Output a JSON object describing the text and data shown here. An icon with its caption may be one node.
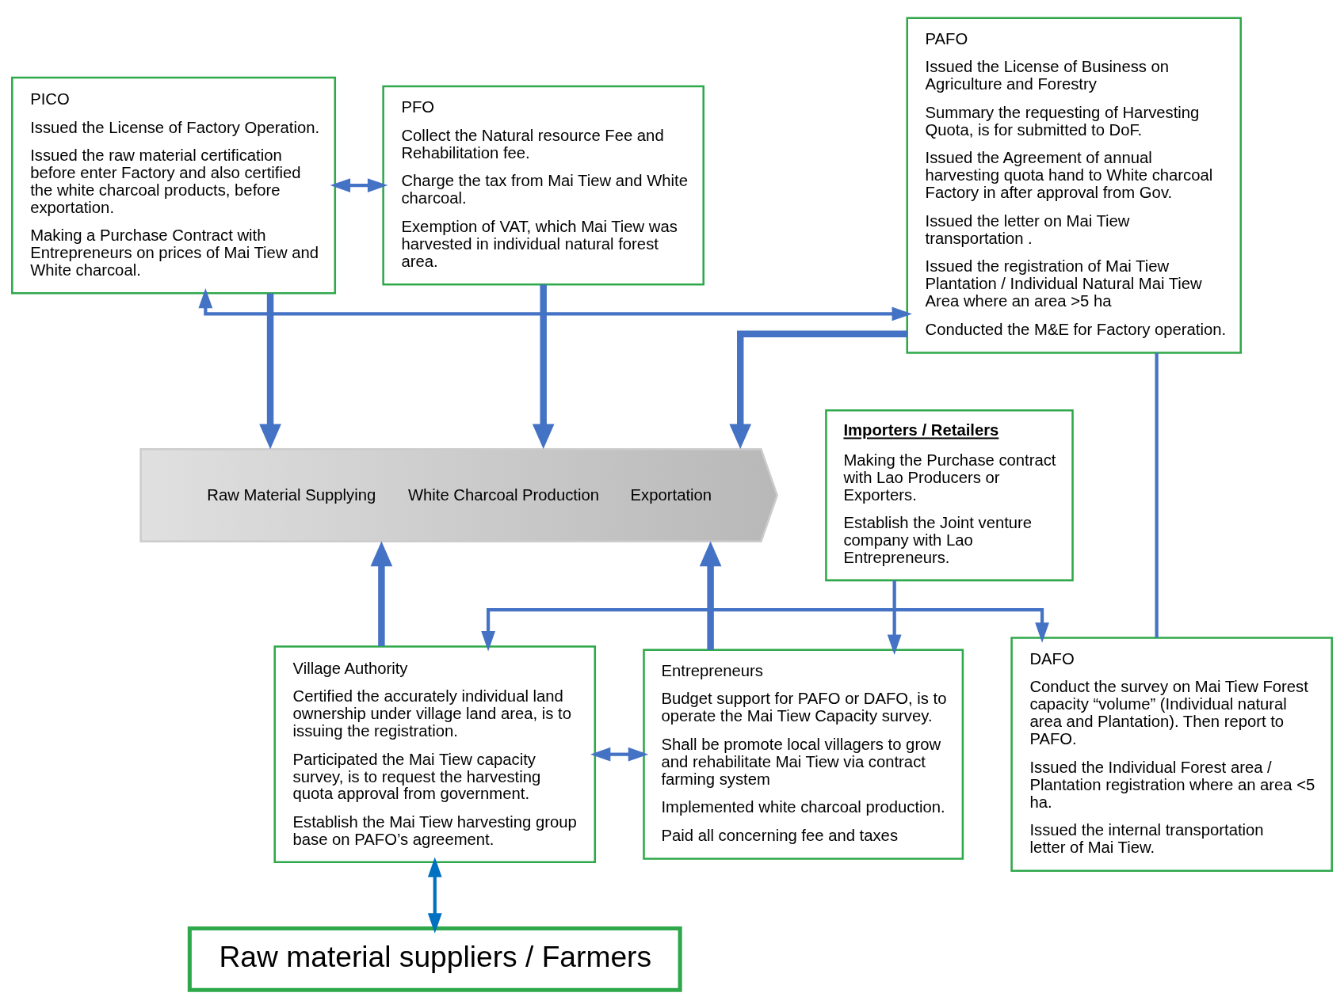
{
  "diagram": {
    "nodes": [
      {
        "text": [
          "PAFO",
          "Issued the License of Business on Agriculture and Forestry",
          "Summary the requesting of Harvesting Quota, is for submitted to DoF.",
          "Issued the Agreement of annual harvesting quota hand to White charcoal Factory in after approval from Gov.",
          "Issued the letter on Mai Tiew transportation .",
          "Issued the registration of Mai Tiew Plantation / Individual Natural Mai Tiew Area where an area >5 ha",
          "Conducted the M&E for Factory operation."
        ]
      },
      {
        "text": [
          "PICO",
          "Issued the License of Factory Operation.",
          "Issued the raw material certification before enter Factory and also certified the white charcoal products, before exportation.",
          "Making a Purchase Contract with Entrepreneurs on prices of Mai Tiew and White charcoal."
        ]
      },
      {
        "text": [
          "PFO",
          "Collect the Natural resource Fee and Rehabilitation fee.",
          "Charge the tax from Mai Tiew and White charcoal.",
          "Exemption of VAT, which Mai Tiew was harvested in individual natural forest area."
        ]
      },
      {
        "text": [
          "Raw Material Supplying",
          "White Charcoal Production",
          "Exportation"
        ]
      },
      {
        "text": [
          "Importers / Retailers",
          "Making the Purchase contract with Lao Producers or Exporters.",
          "Establish the Joint venture company with Lao Entrepreneurs."
        ]
      },
      {
        "text": [
          "DAFO",
          "Conduct the survey on Mai Tiew Forest capacity “volume” (Individual natural area and Plantation). Then report to PAFO.",
          "Issued the Individual Forest area / Plantation registration where an area <5 ha.",
          "Issued the internal transportation letter of Mai Tiew."
        ]
      },
      {
        "text": [
          "Village Authority",
          "Certified the accurately individual land ownership under village land area, is to issuing the registration.",
          "Participated the Mai Tiew capacity survey, is to request the harvesting quota approval from government.",
          "Establish the Mai Tiew harvesting group base on PAFO’s agreement."
        ]
      },
      {
        "text": [
          "Entrepreneurs",
          "Budget support for PAFO or DAFO, is to operate the Mai Tiew Capacity survey.",
          "Shall be promote local villagers to grow and rehabilitate Mai Tiew via contract farming system",
          "Implemented white charcoal production.",
          "Paid all concerning fee and taxes"
        ]
      },
      {
        "text": [
          "Raw material suppliers / Farmers"
        ]
      }
    ],
    "edges": [
      {
        "from": 0,
        "to": 1,
        "arrow": "both"
      },
      {
        "from": 1,
        "to": 2,
        "arrow": "both"
      },
      {
        "from": 0,
        "to": 3,
        "arrow": "to",
        "style": "thick"
      },
      {
        "from": 1,
        "to": 3,
        "arrow": "to",
        "style": "thick"
      },
      {
        "from": 2,
        "to": 3,
        "arrow": "to",
        "style": "thick"
      },
      {
        "from": 0,
        "to": 5,
        "arrow": "none"
      },
      {
        "from": 6,
        "to": 3,
        "arrow": "to",
        "style": "thick"
      },
      {
        "from": 7,
        "to": 3,
        "arrow": "to",
        "style": "thick"
      },
      {
        "from": 4,
        "to": 7,
        "arrow": "to"
      },
      {
        "from": 5,
        "to": 6,
        "arrow": "both"
      },
      {
        "from": 6,
        "to": 7,
        "arrow": "both"
      },
      {
        "from": 6,
        "to": 8,
        "arrow": "both",
        "color": "#0070c0"
      }
    ]
  }
}
